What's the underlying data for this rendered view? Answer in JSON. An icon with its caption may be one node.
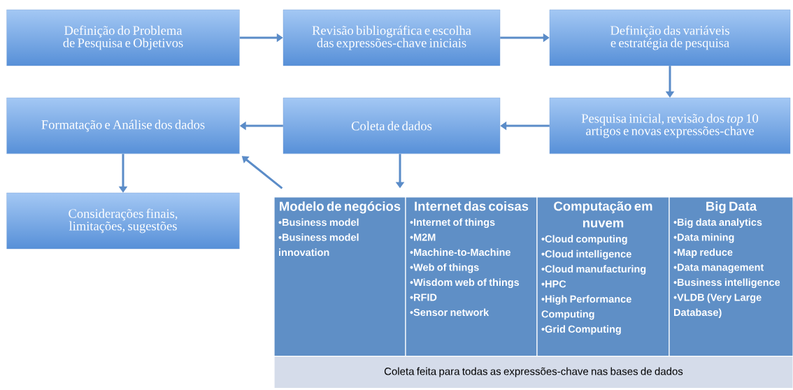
{
  "diagram": {
    "nodes": [
      {
        "text": [
          "Definição do Problema de Pesquisa e Objetivos"
        ]
      },
      {
        "text": [
          "Revisão bibliográfica e escolha das expressões-chave iniciais"
        ]
      },
      {
        "text": [
          "Definição das variáveis e estratégia de pesquisa"
        ]
      },
      {
        "text": [
          "Pesquisa inicial, revisão dos *top* 10 artigos e novas expressões-chave"
        ]
      },
      {
        "text": [
          "Coleta de dados"
        ]
      },
      {
        "text": [
          "Formatação e Análise dos dados"
        ]
      },
      {
        "text": [
          "Considerações finais, limitações, sugestões"
        ]
      },
      {
        "text": [
          "Modelo de negócios",
          "•Business model",
          "•Business model innovation"
        ]
      },
      {
        "text": [
          "Internet das coisas",
          "•Internet of things",
          "•M2M",
          "•Machine-to-Machine",
          "•Web of things",
          "•Wisdom web of things",
          "•RFID",
          "•Sensor network"
        ]
      },
      {
        "text": [
          "Computação em nuvem",
          "•Cloud computing",
          "•Cloud intelligence",
          "•Cloud manufacturing",
          "•HPC",
          "•High Performance Computing",
          "•Grid Computing"
        ]
      },
      {
        "text": [
          "Big Data",
          "•Big data analytics",
          "•Data mining",
          "•Map reduce",
          "•Data management",
          "•Business intelligence",
          "•VLDB (Very Large Database)"
        ]
      },
      {
        "text": [
          "Coleta feita para todas as expressões-chave nas bases de dados"
        ]
      }
    ],
    "edges": [
      {
        "from": 0,
        "to": 1,
        "arrow": "to"
      },
      {
        "from": 1,
        "to": 2,
        "arrow": "to"
      },
      {
        "from": 2,
        "to": 3,
        "arrow": "to"
      },
      {
        "from": 3,
        "to": 4,
        "arrow": "to"
      },
      {
        "from": 4,
        "to": 5,
        "arrow": "to"
      },
      {
        "from": 5,
        "to": 6,
        "arrow": "to"
      },
      {
        "from": 4,
        "to": 7,
        "arrow": "to"
      },
      {
        "from": 7,
        "to": 5,
        "arrow": "to"
      }
    ]
  }
}
